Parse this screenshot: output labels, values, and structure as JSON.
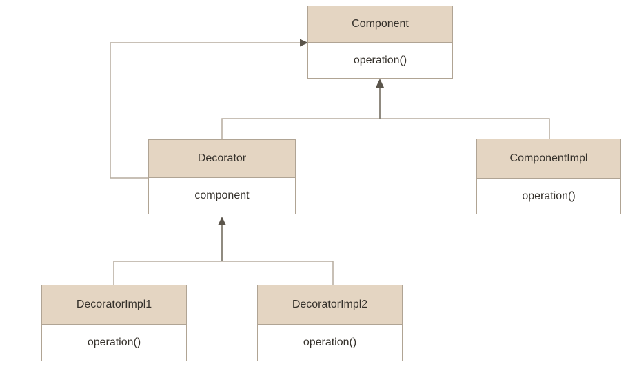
{
  "diagram": {
    "kind": "uml-class-diagram",
    "pattern": "Decorator",
    "classes": [
      {
        "id": "component",
        "name": "Component",
        "members": [
          "operation()"
        ]
      },
      {
        "id": "decorator",
        "name": "Decorator",
        "members": [
          "component"
        ]
      },
      {
        "id": "componentimpl",
        "name": "ComponentImpl",
        "members": [
          "operation()"
        ]
      },
      {
        "id": "decoratorimpl1",
        "name": "DecoratorImpl1",
        "members": [
          "operation()"
        ]
      },
      {
        "id": "decoratorimpl2",
        "name": "DecoratorImpl2",
        "members": [
          "operation()"
        ]
      }
    ],
    "relations": [
      {
        "from": "Decorator",
        "to": "Component",
        "type": "generalization"
      },
      {
        "from": "ComponentImpl",
        "to": "Component",
        "type": "generalization"
      },
      {
        "from": "DecoratorImpl1",
        "to": "Decorator",
        "type": "generalization"
      },
      {
        "from": "DecoratorImpl2",
        "to": "Decorator",
        "type": "generalization"
      },
      {
        "from": "Decorator",
        "to": "Component",
        "type": "association"
      }
    ],
    "colors": {
      "header_fill": "#e4d5c2",
      "box_border": "#b0a494",
      "box_body_fill": "#ffffff",
      "connector_line": "#b6ac9d",
      "generalization_stem": "#847e72",
      "arrowhead": "#5b554b",
      "text": "#35312b",
      "canvas_bg": "#ffffff"
    }
  }
}
